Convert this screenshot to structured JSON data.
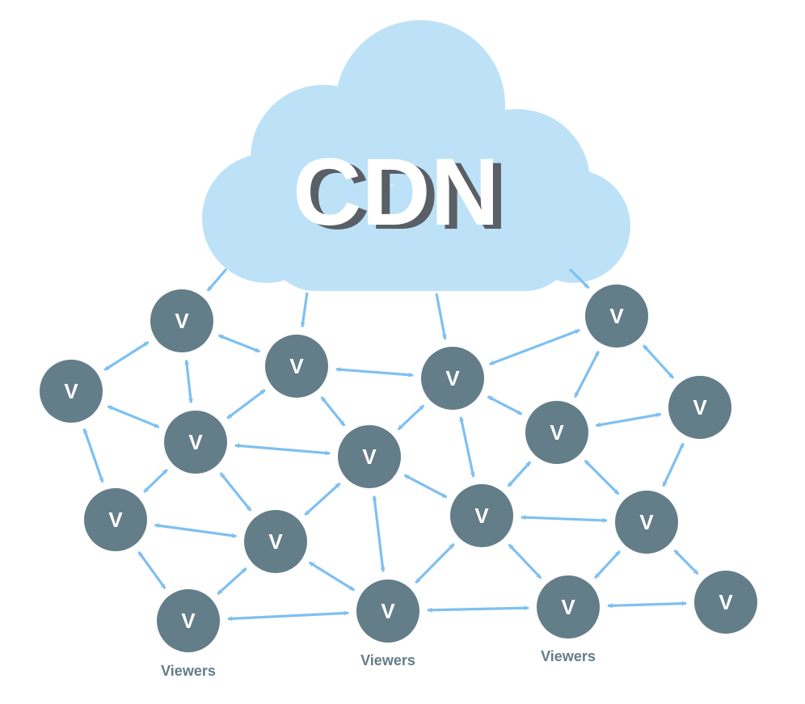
{
  "cloud": {
    "label": "CDN",
    "color": "#bde2f7"
  },
  "node_label": "V",
  "node_color": "#637d89",
  "edge_color": "#7ec0f1",
  "viewers_label": "Viewers",
  "viewer_labels": [
    "Viewers",
    "Viewers",
    "Viewers"
  ]
}
